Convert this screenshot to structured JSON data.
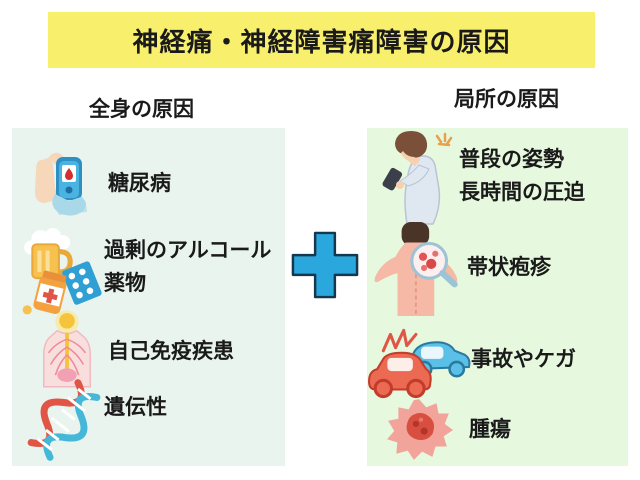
{
  "title": "神経痛・神経障害痛障害の原因",
  "colors": {
    "banner_bg": "#F8EF6D",
    "left_panel_bg": "#E9F4EF",
    "right_panel_bg": "#E6F8DE",
    "plus": "#2AA7DD",
    "text": "#1A1A1A"
  },
  "center": {
    "icon": "plus-icon"
  },
  "columns": {
    "left": {
      "header": "全身の原因",
      "items": [
        {
          "label": "糖尿病",
          "icon": "glucose-meter-icon"
        },
        {
          "label": "過剰のアルコール\n薬物",
          "icon": "alcohol-drugs-icon"
        },
        {
          "label": "自己免疫疾患",
          "icon": "nervous-system-icon"
        },
        {
          "label": "遺伝性",
          "icon": "dna-icon"
        }
      ]
    },
    "right": {
      "header": "局所の原因",
      "items": [
        {
          "label": "普段の姿勢\n長時間の圧迫",
          "icon": "smartphone-posture-icon"
        },
        {
          "label": "帯状疱疹",
          "icon": "shingles-magnifier-icon"
        },
        {
          "label": "事故やケガ",
          "icon": "car-accident-icon"
        },
        {
          "label": "腫瘍",
          "icon": "tumor-icon"
        }
      ]
    }
  }
}
